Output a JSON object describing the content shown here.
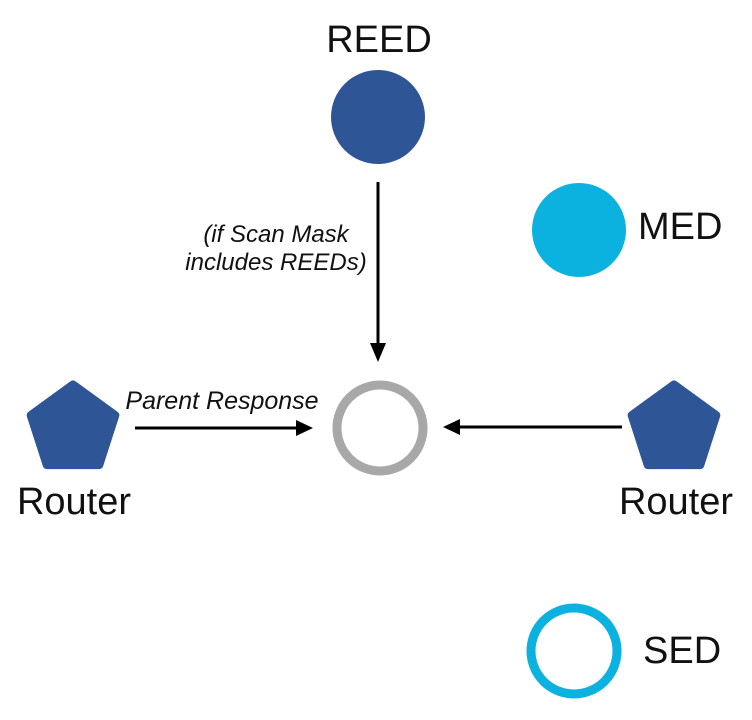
{
  "diagram": {
    "labels": {
      "reed": "REED",
      "med": "MED",
      "sed": "SED",
      "router_left": "Router",
      "router_right": "Router",
      "parent_response": "Parent Response",
      "scan_mask_line1": "(if Scan Mask",
      "scan_mask_line2": "includes REEDs)"
    },
    "nodes": [
      {
        "id": "reed-node",
        "label": "REED",
        "shape": "filled-circle",
        "color": "#2E5596"
      },
      {
        "id": "med-node",
        "label": "MED",
        "shape": "filled-circle",
        "color": "#0CB2DF"
      },
      {
        "id": "center-node",
        "label": "",
        "shape": "outlined-circle",
        "color": "#A8A8A8"
      },
      {
        "id": "router-left-node",
        "label": "Router",
        "shape": "pentagon",
        "color": "#2E5596"
      },
      {
        "id": "router-right-node",
        "label": "Router",
        "shape": "pentagon",
        "color": "#2E5596"
      },
      {
        "id": "sed-node",
        "label": "SED",
        "shape": "outlined-circle",
        "color": "#0CB2DF"
      }
    ],
    "edges": [
      {
        "from": "reed-node",
        "to": "center-node",
        "direction": "down",
        "annotation": "(if Scan Mask includes REEDs)"
      },
      {
        "from": "router-left-node",
        "to": "center-node",
        "direction": "right",
        "annotation": "Parent Response"
      },
      {
        "from": "router-right-node",
        "to": "center-node",
        "direction": "left",
        "annotation": ""
      }
    ],
    "colors": {
      "node_blue": "#2E5596",
      "node_cyan": "#0CB2DF",
      "ring_gray": "#A8A8A8",
      "arrow": "#000000",
      "text": "#111111",
      "background": "#FFFFFF"
    }
  }
}
